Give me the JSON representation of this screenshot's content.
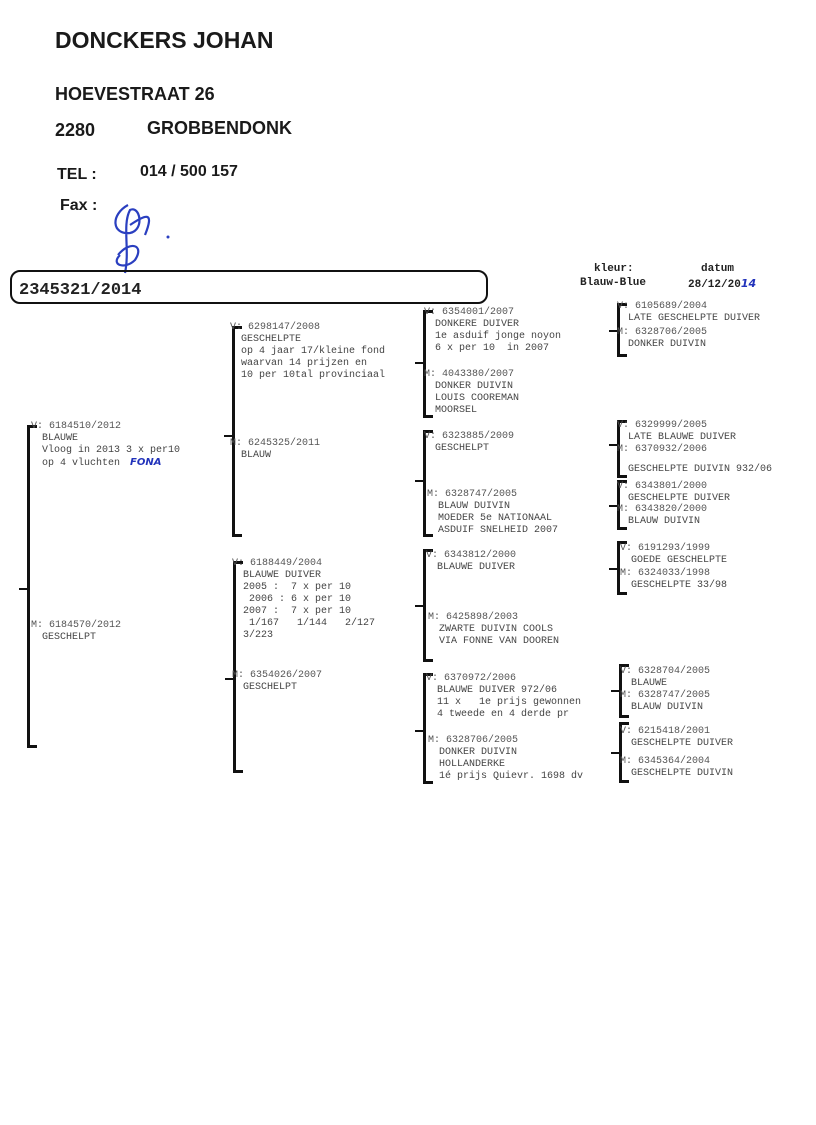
{
  "owner": {
    "name": "DONCKERS JOHAN",
    "street": "HOEVESTRAAT 26",
    "postcode": "2280",
    "city": "GROBBENDONK",
    "tel_label": "TEL :",
    "tel": "014 / 500 157",
    "fax_label": "Fax :"
  },
  "pigeon": {
    "ring": "2345321/2014",
    "color_label": "kleur:",
    "color": "Blauw-Blue",
    "date_label": "datum",
    "date_printed": "28/12/20",
    "date_handwritten": "14"
  },
  "birds": {
    "v": {
      "prefix": "V:",
      "ring": "6184510/2012",
      "lines": [
        "BLAUWE",
        "Vloog in 2013 3 x per10",
        "op 4 vluchten"
      ],
      "hand": "FONA"
    },
    "m": {
      "prefix": "M:",
      "ring": "6184570/2012",
      "lines": [
        "GESCHELPT"
      ]
    },
    "vv": {
      "prefix": "V:",
      "ring": "6298147/2008",
      "lines": [
        "GESCHELPTE",
        "op 4 jaar 17/kleine fond",
        "waarvan 14 prijzen en",
        "10 per 10tal provinciaal"
      ]
    },
    "vm": {
      "prefix": "M:",
      "ring": "6245325/2011",
      "lines": [
        "BLAUW"
      ]
    },
    "mv": {
      "prefix": "V:",
      "ring": "6188449/2004",
      "lines": [
        "BLAUWE DUIVER",
        "2005 :  7 x per 10",
        " 2006 : 6 x per 10",
        "2007 :  7 x per 10",
        " 1/167   1/144   2/127",
        "3/223"
      ]
    },
    "mm": {
      "prefix": "M:",
      "ring": "6354026/2007",
      "lines": [
        "GESCHELPT"
      ]
    },
    "vvv": {
      "prefix": "V:",
      "ring": "6354001/2007",
      "lines": [
        "DONKERE DUIVER",
        "1e asduif jonge noyon",
        "6 x per 10  in 2007"
      ]
    },
    "vvm": {
      "prefix": "M:",
      "ring": "4043380/2007",
      "lines": [
        "DONKER DUIVIN",
        "LOUIS COOREMAN",
        "MOORSEL"
      ]
    },
    "vmv": {
      "prefix": "V:",
      "ring": "6323885/2009",
      "lines": [
        "GESCHELPT"
      ]
    },
    "vmm": {
      "prefix": "M:",
      "ring": "6328747/2005",
      "lines": [
        "BLAUW DUIVIN",
        "MOEDER 5e NATIONAAL",
        "ASDUIF SNELHEID 2007"
      ]
    },
    "mvv": {
      "prefix": "V:",
      "ring": "6343812/2000",
      "lines": [
        "BLAUWE DUIVER"
      ]
    },
    "mvm": {
      "prefix": "M:",
      "ring": "6425898/2003",
      "lines": [
        "ZWARTE DUIVIN COOLS",
        "VIA FONNE VAN DOOREN"
      ]
    },
    "mmv": {
      "prefix": "V:",
      "ring": "6370972/2006",
      "lines": [
        "BLAUWE DUIVER 972/06",
        "11 x   1e prijs gewonnen",
        "4 tweede en 4 derde pr"
      ]
    },
    "mmm": {
      "prefix": "M:",
      "ring": "6328706/2005",
      "lines": [
        "DONKER DUIVIN",
        "HOLLANDERKE",
        "1é prijs Quievr. 1698 dv"
      ]
    },
    "vvvv": {
      "prefix": "V:",
      "ring": "6105689/2004",
      "lines": [
        "LATE GESCHELPTE DUIVER"
      ]
    },
    "vvvm": {
      "prefix": "M:",
      "ring": "6328706/2005",
      "lines": [
        "DONKER DUIVIN"
      ]
    },
    "vmvv": {
      "prefix": "V:",
      "ring": "6329999/2005",
      "lines": [
        "LATE BLAUWE DUIVER"
      ]
    },
    "vmvm": {
      "prefix": "M:",
      "ring": "6370932/2006",
      "lines": [
        "GESCHELPTE DUIVIN 932/06"
      ]
    },
    "vmmv": {
      "prefix": "V:",
      "ring": "6343801/2000",
      "lines": [
        "GESCHELPTE DUIVER"
      ]
    },
    "vmmm": {
      "prefix": "M:",
      "ring": "6343820/2000",
      "lines": [
        "BLAUW DUIVIN"
      ]
    },
    "mvvv": {
      "prefix": "V:",
      "ring": "6191293/1999",
      "lines": [
        "GOEDE GESCHELPTE"
      ]
    },
    "mvvm": {
      "prefix": "M:",
      "ring": "6324033/1998",
      "lines": [
        "GESCHELPTE 33/98"
      ]
    },
    "mmvv": {
      "prefix": "V:",
      "ring": "6328704/2005",
      "lines": [
        "BLAUWE"
      ]
    },
    "mmvm": {
      "prefix": "M:",
      "ring": "6328747/2005",
      "lines": [
        "BLAUW DUIVIN"
      ]
    },
    "mmmv": {
      "prefix": "V:",
      "ring": "6215418/2001",
      "lines": [
        "GESCHELPTE DUIVER"
      ]
    },
    "mmmm": {
      "prefix": "M:",
      "ring": "6345364/2004",
      "lines": [
        "GESCHELPTE DUIVIN"
      ]
    }
  }
}
